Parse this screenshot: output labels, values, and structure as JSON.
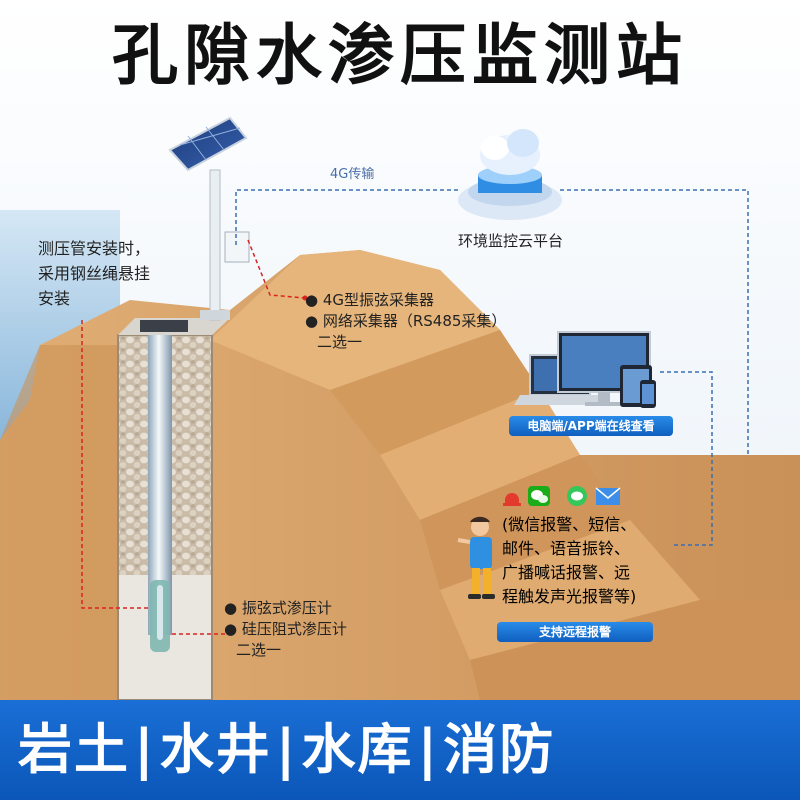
{
  "title": "孔隙水渗压监测站",
  "labels": {
    "transfer": "4G传输",
    "cloud": "环境监控云平台",
    "install_note": "测压管安装时，采用钢丝绳悬挂安装",
    "collector": [
      "4G型振弦采集器",
      "网络采集器（RS485采集）",
      "二选一"
    ],
    "sensor": [
      "振弦式渗压计",
      "硅压阻式渗压计",
      "二选一"
    ],
    "alarm": [
      "(微信报警、短信、",
      "邮件、语音振铃、",
      "广播喊话报警、远",
      "程触发声光报警等)"
    ]
  },
  "buttons": {
    "pc_view": "电脑端/APP端在线查看",
    "remote_alarm": "支持远程报警"
  },
  "bottom": [
    "岩土",
    "水井",
    "水库",
    "消防"
  ],
  "colors": {
    "brand_blue": "#1565c8",
    "soil": "#d9a56c",
    "dashed_red": "#d9231f",
    "dashed_blue": "#3a6fb0"
  },
  "icons": [
    "solar-panel-icon",
    "cloud-platform-icon",
    "laptop-icon",
    "monitor-icon",
    "tablet-icon",
    "phone-icon",
    "alarm-light-icon",
    "wechat-icon",
    "sms-icon",
    "mail-icon"
  ]
}
